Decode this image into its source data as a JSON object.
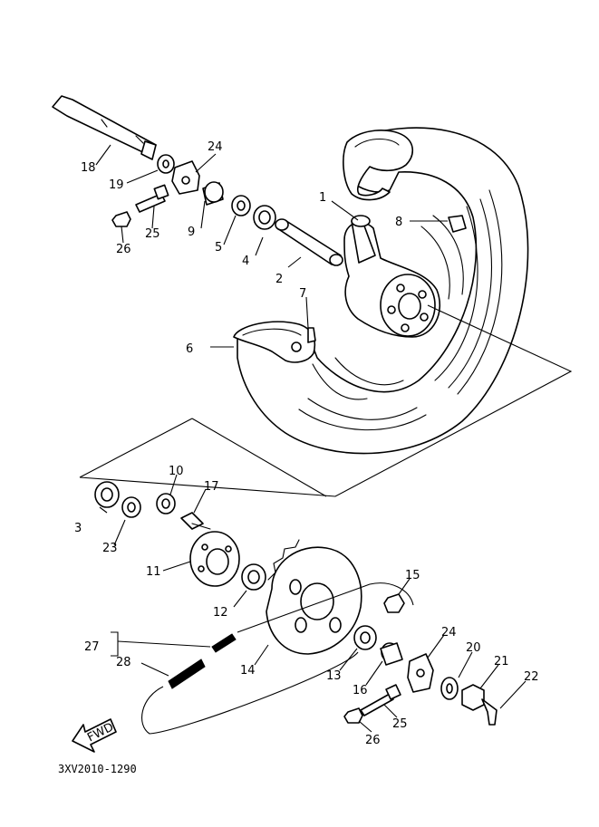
{
  "diagram_code": "3XV2010-1290",
  "fwd_label": "FWD",
  "callouts": [
    {
      "id": "c1",
      "num": "1"
    },
    {
      "id": "c2",
      "num": "2"
    },
    {
      "id": "c3",
      "num": "3"
    },
    {
      "id": "c4",
      "num": "4"
    },
    {
      "id": "c5",
      "num": "5"
    },
    {
      "id": "c6",
      "num": "6"
    },
    {
      "id": "c7",
      "num": "7"
    },
    {
      "id": "c8",
      "num": "8"
    },
    {
      "id": "c9",
      "num": "9"
    },
    {
      "id": "c10",
      "num": "10"
    },
    {
      "id": "c11",
      "num": "11"
    },
    {
      "id": "c12",
      "num": "12"
    },
    {
      "id": "c13",
      "num": "13"
    },
    {
      "id": "c14",
      "num": "14"
    },
    {
      "id": "c15",
      "num": "15"
    },
    {
      "id": "c16",
      "num": "16"
    },
    {
      "id": "c17",
      "num": "17"
    },
    {
      "id": "c18",
      "num": "18"
    },
    {
      "id": "c19",
      "num": "19"
    },
    {
      "id": "c20",
      "num": "20"
    },
    {
      "id": "c21",
      "num": "21"
    },
    {
      "id": "c22",
      "num": "22"
    },
    {
      "id": "c23",
      "num": "23"
    },
    {
      "id": "c24a",
      "num": "24"
    },
    {
      "id": "c24b",
      "num": "24"
    },
    {
      "id": "c25a",
      "num": "25"
    },
    {
      "id": "c25b",
      "num": "25"
    },
    {
      "id": "c26a",
      "num": "26"
    },
    {
      "id": "c26b",
      "num": "26"
    },
    {
      "id": "c27",
      "num": "27"
    },
    {
      "id": "c28",
      "num": "28"
    }
  ]
}
